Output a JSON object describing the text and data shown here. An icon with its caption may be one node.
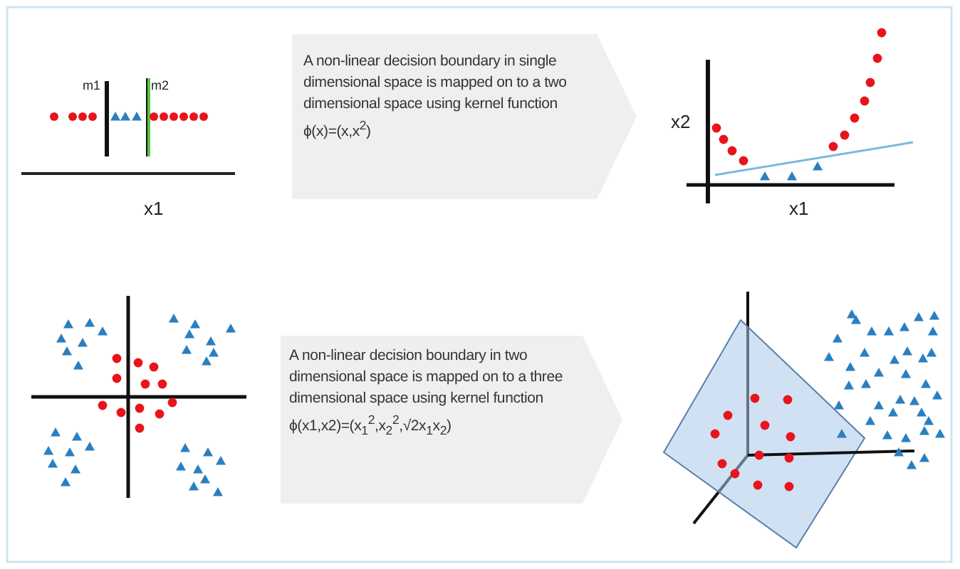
{
  "diagram": {
    "nodes": [
      {
        "text": [
          "A non-linear decision boundary in single dimensional space is mapped on to a two dimensional space using kernel function ϕ(x)=(x,x$^{2}$)"
        ]
      },
      {
        "text": [
          "A non-linear decision boundary in two dimensional space is mapped on to a three dimensional space using kernel function ϕ(x1,x2)=(x$_{1}$$^{2}$,x$_{2}$$^{2}$,√2x$_{1}$x$_{2}$)"
        ]
      }
    ],
    "labels": [
      "m1",
      "m2",
      "x1",
      "x2",
      "x1"
    ]
  }
}
